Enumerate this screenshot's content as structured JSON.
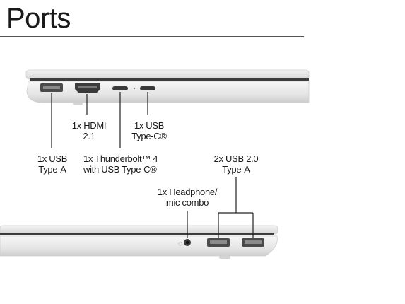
{
  "title": "Ports",
  "labels": {
    "hdmi": {
      "line1": "1x HDMI",
      "line2": "2.1"
    },
    "usbc": {
      "line1": "1x USB",
      "line2": "Type-C®"
    },
    "usba_left": {
      "line1": "1x USB",
      "line2": "Type-A"
    },
    "thunderbolt": {
      "line1": "1x Thunderbolt™ 4",
      "line2": "with USB Type-C®"
    },
    "usb2": {
      "line1": "2x USB 2.0",
      "line2": "Type-A"
    },
    "headphone": {
      "line1": "1x Headphone/",
      "line2": "mic combo"
    }
  },
  "colors": {
    "chassis": "#e9e9e9",
    "chassis_edge": "#cfcfcf",
    "port": "#3a3a3a",
    "line": "#222222"
  }
}
